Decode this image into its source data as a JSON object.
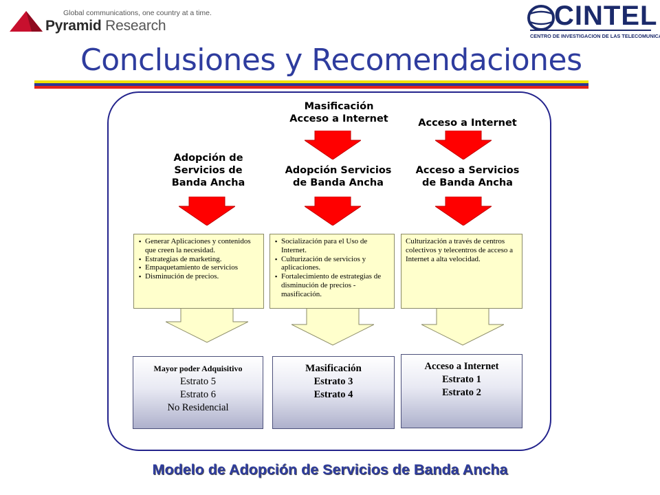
{
  "header": {
    "pyramid_tagline": "Global communications, one country at a time.",
    "pyramid_name_a": "Pyramid",
    "pyramid_name_b": " Research",
    "cintel_name": "CINTEL",
    "cintel_sub": "CENTRO DE INVESTIGACION DE LAS TELECOMUNICACIONES"
  },
  "slide": {
    "title": "Conclusiones y Recomendaciones",
    "caption": "Modelo de Adopción de Servicios de Banda Ancha"
  },
  "colors": {
    "title": "#2e3c9e",
    "stripe_yellow": "#f2e200",
    "stripe_blue": "#2f3592",
    "stripe_red": "#e2231a",
    "arrow_red": "#ff0000",
    "note_fill": "#ffffcc"
  },
  "columns": [
    {
      "heading": "Adopción de\nServicios de\nBanda Ancha",
      "bullets": [
        "Generar Aplicaciones y contenidos que creen la necesidad.",
        "Estrategias de marketing.",
        "Empaquetamiento de servicios",
        "Disminución de precios."
      ],
      "outcome": [
        "Mayor poder Adquisitivo",
        "Estrato 5",
        "Estrato 6",
        "No Residencial"
      ]
    },
    {
      "top_heading": "Masificación\nAcceso a Internet",
      "heading": "Adopción Servicios\nde Banda Ancha",
      "bullets": [
        "Socialización para el Uso de Internet.",
        "Culturización de servicios y aplicaciones.",
        "Fortalecimiento de  estrategias de disminución de precios - masificación."
      ],
      "outcome": [
        "Masificación",
        "Estrato 3",
        "Estrato 4"
      ]
    },
    {
      "top_heading": "Acceso a Internet",
      "heading": "Acceso a Servicios\nde Banda Ancha",
      "text": "Culturización a través de centros colectivos y telecentros de acceso a Internet a alta velocidad.",
      "outcome": [
        "Acceso a Internet",
        "Estrato 1",
        "Estrato 2"
      ]
    }
  ]
}
